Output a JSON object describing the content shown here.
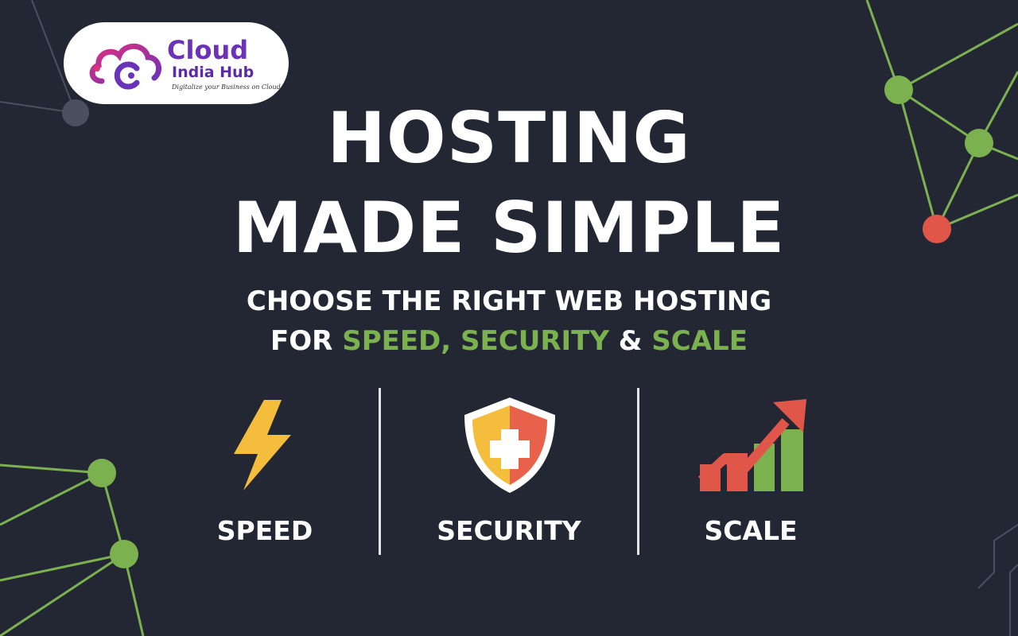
{
  "brand": {
    "name_line1": "Cloud",
    "name_line2": "India Hub",
    "tagline": "Digitalize your Business on Cloud",
    "colors": {
      "primary": "#6a33b8",
      "accent": "#c0399a"
    }
  },
  "headline": {
    "line1": "HOSTING",
    "line2": "MADE SIMPLE"
  },
  "subheadline": {
    "line1": "CHOOSE THE RIGHT WEB HOSTING",
    "prefix": "FOR ",
    "speed": "SPEED, ",
    "security": "SECURITY",
    "amp": " & ",
    "scale": "SCALE"
  },
  "features": [
    {
      "label": "SPEED",
      "icon": "lightning-icon",
      "color": "#f4be3c"
    },
    {
      "label": "SECURITY",
      "icon": "shield-plus-icon",
      "color": "#e8614a"
    },
    {
      "label": "SCALE",
      "icon": "growth-chart-icon",
      "color": "#7cb14f"
    }
  ],
  "colors": {
    "background": "#232734",
    "highlight_green": "#7cb14f",
    "node_red": "#e0574a"
  }
}
